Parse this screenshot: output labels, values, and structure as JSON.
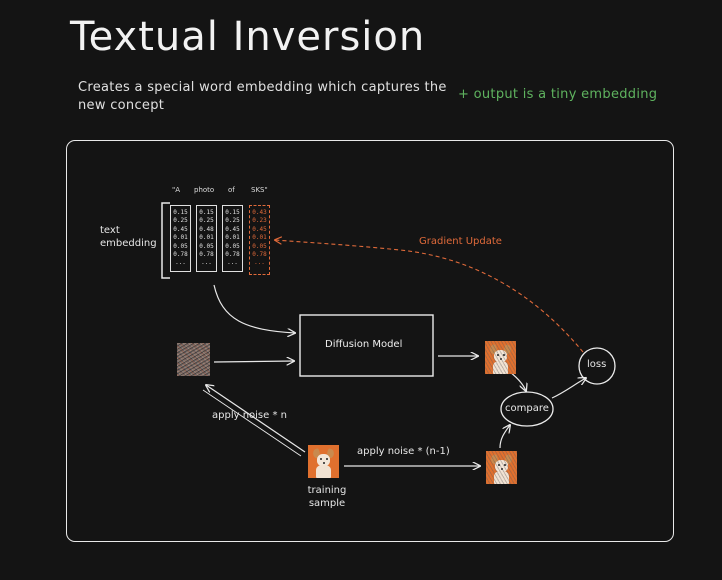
{
  "title": "Textual Inversion",
  "subtitle": "Creates a special word embedding which captures the new concept",
  "note": "+ output is a tiny embedding",
  "tokens": [
    "\"A",
    "photo",
    "of",
    "SKS\""
  ],
  "embedding_label": "text embedding",
  "columns": [
    [
      "0.15",
      "0.25",
      "0.45",
      "0.01",
      "0.05",
      "0.78",
      "..."
    ],
    [
      "0.15",
      "0.25",
      "0.48",
      "0.01",
      "0.05",
      "0.78",
      "..."
    ],
    [
      "0.15",
      "0.25",
      "0.45",
      "0.01",
      "0.05",
      "0.78",
      "..."
    ],
    [
      "0.43",
      "0.23",
      "0.45",
      "0.01",
      "0.05",
      "0.78",
      "..."
    ]
  ],
  "gradient_update": "Gradient Update",
  "diffusion_model": "Diffusion Model",
  "loss": "loss",
  "compare": "compare",
  "apply_noise_n": "apply noise * n",
  "apply_noise_n1": "apply noise * (n-1)",
  "training_sample": "training sample",
  "colors": {
    "accent": "#e06a3a",
    "note": "#5fb35f",
    "background": "#141414",
    "stroke": "#e9e9e9"
  }
}
